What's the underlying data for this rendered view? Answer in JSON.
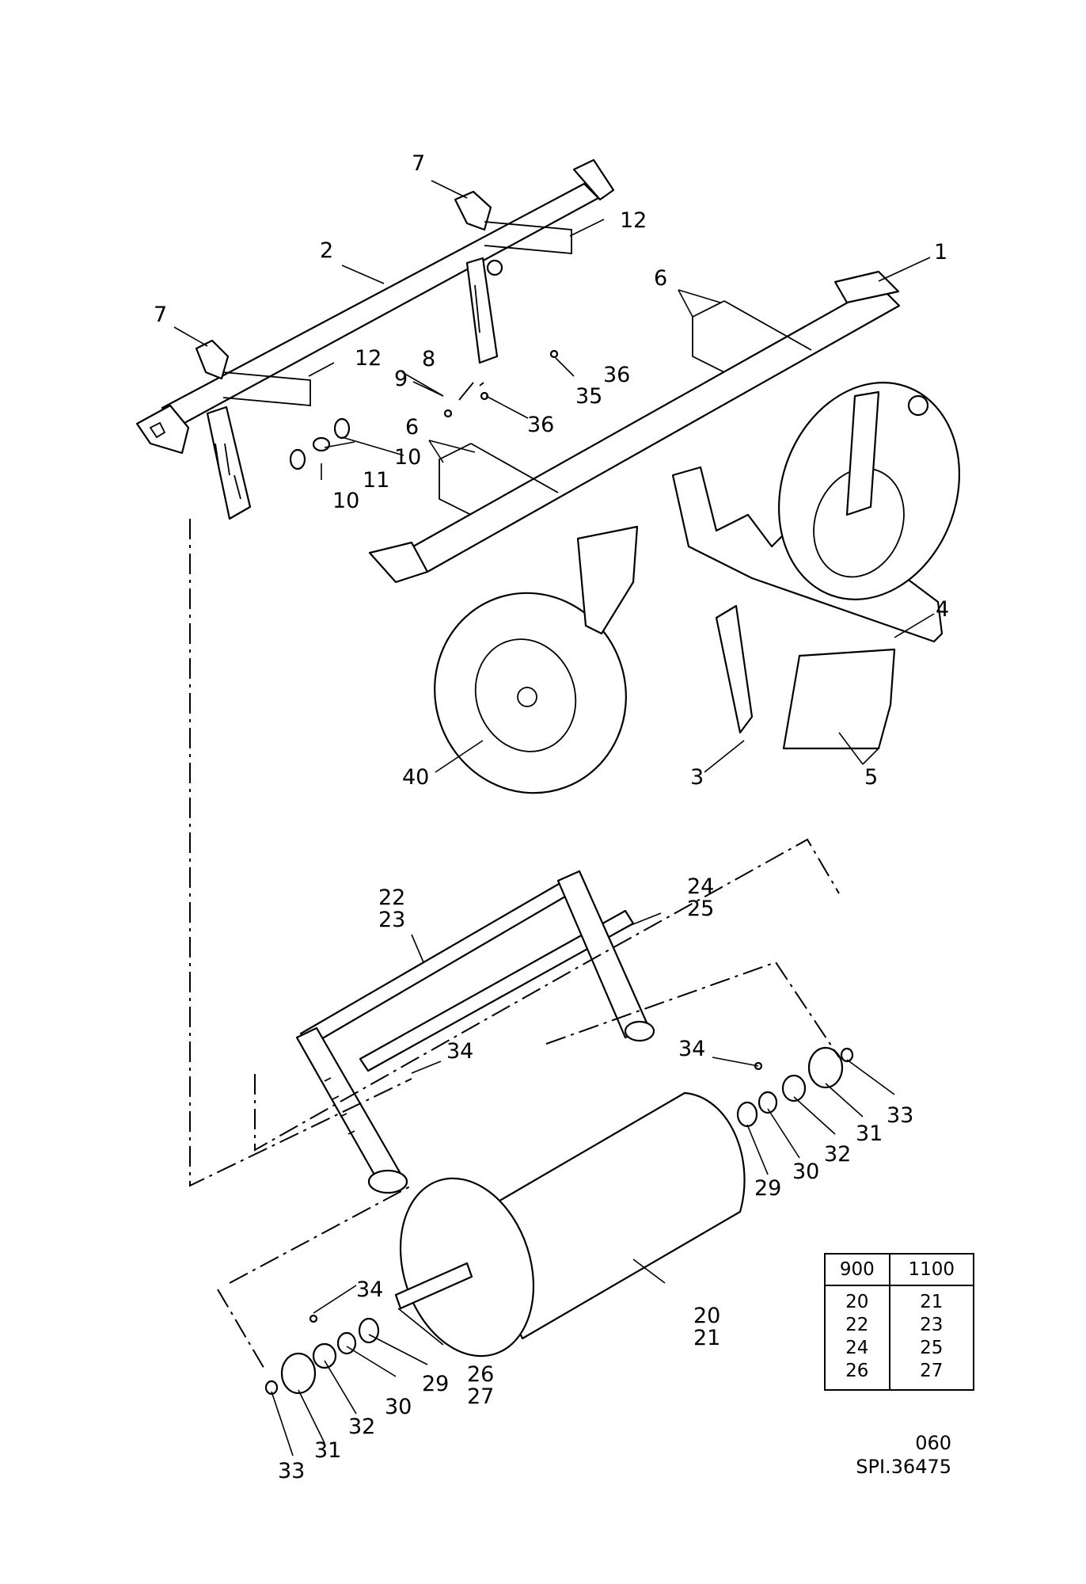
{
  "callouts": [
    {
      "id": "c1",
      "text": "1"
    },
    {
      "id": "c2",
      "text": "2"
    },
    {
      "id": "c3",
      "text": "3"
    },
    {
      "id": "c4",
      "text": "4"
    },
    {
      "id": "c5",
      "text": "5"
    },
    {
      "id": "c6a",
      "text": "6"
    },
    {
      "id": "c6b",
      "text": "6"
    },
    {
      "id": "c7a",
      "text": "7"
    },
    {
      "id": "c7b",
      "text": "7"
    },
    {
      "id": "c8",
      "text": "8"
    },
    {
      "id": "c9",
      "text": "9"
    },
    {
      "id": "c10a",
      "text": "10"
    },
    {
      "id": "c10b",
      "text": "10"
    },
    {
      "id": "c11",
      "text": "11"
    },
    {
      "id": "c12a",
      "text": "12"
    },
    {
      "id": "c12b",
      "text": "12"
    },
    {
      "id": "c20",
      "text": "20"
    },
    {
      "id": "c21",
      "text": "21"
    },
    {
      "id": "c22",
      "text": "22"
    },
    {
      "id": "c23",
      "text": "23"
    },
    {
      "id": "c24",
      "text": "24"
    },
    {
      "id": "c25",
      "text": "25"
    },
    {
      "id": "c26",
      "text": "26"
    },
    {
      "id": "c27",
      "text": "27"
    },
    {
      "id": "c29a",
      "text": "29"
    },
    {
      "id": "c29b",
      "text": "29"
    },
    {
      "id": "c30a",
      "text": "30"
    },
    {
      "id": "c30b",
      "text": "30"
    },
    {
      "id": "c31a",
      "text": "31"
    },
    {
      "id": "c31b",
      "text": "31"
    },
    {
      "id": "c32a",
      "text": "32"
    },
    {
      "id": "c32b",
      "text": "32"
    },
    {
      "id": "c33a",
      "text": "33"
    },
    {
      "id": "c33b",
      "text": "33"
    },
    {
      "id": "c34a",
      "text": "34"
    },
    {
      "id": "c34b",
      "text": "34"
    },
    {
      "id": "c34c",
      "text": "34"
    },
    {
      "id": "c35",
      "text": "35"
    },
    {
      "id": "c36a",
      "text": "36"
    },
    {
      "id": "c36b",
      "text": "36"
    },
    {
      "id": "c40",
      "text": "40"
    }
  ],
  "variant_table": {
    "headers": [
      "900",
      "1100"
    ],
    "rows": [
      [
        "20",
        "21"
      ],
      [
        "22",
        "23"
      ],
      [
        "24",
        "25"
      ],
      [
        "26",
        "27"
      ]
    ]
  },
  "footer": {
    "page_number": "060",
    "doc_ref": "SPI.36475"
  }
}
